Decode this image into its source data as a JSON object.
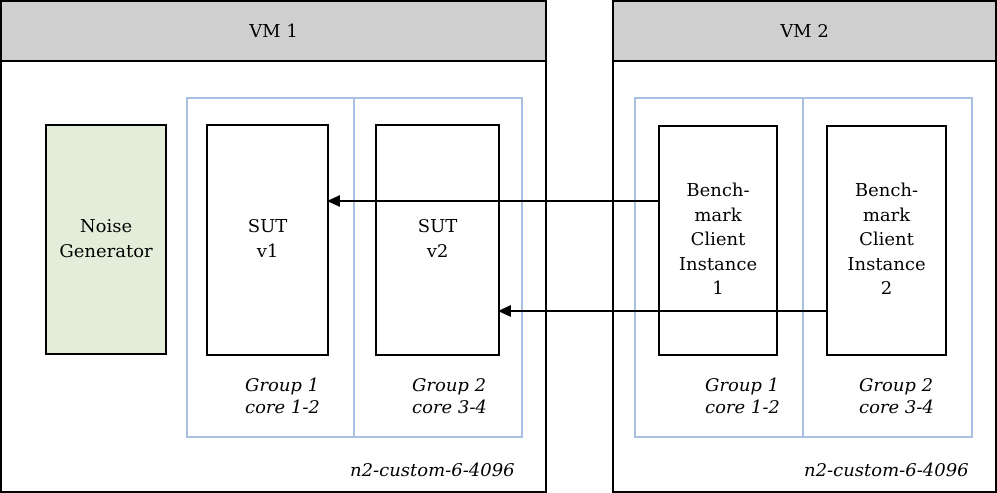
{
  "vm1": {
    "title": "VM 1",
    "noise_generator": [
      "Noise",
      "Generator"
    ],
    "sut_v1": [
      "SUT",
      "v1"
    ],
    "sut_v2": [
      "SUT",
      "v2"
    ],
    "group1": [
      "Group 1",
      "core 1-2"
    ],
    "group2": [
      "Group 2",
      "core 3-4"
    ],
    "machine_type": "n2-custom-6-4096"
  },
  "vm2": {
    "title": "VM 2",
    "client1": [
      "Bench-",
      "mark",
      "Client",
      "Instance",
      "1"
    ],
    "client2": [
      "Bench-",
      "mark",
      "Client",
      "Instance",
      "2"
    ],
    "group1": [
      "Group 1",
      "core 1-2"
    ],
    "group2": [
      "Group 2",
      "core 3-4"
    ],
    "machine_type": "n2-custom-6-4096"
  },
  "colors": {
    "header_fill": "#d0cfd0",
    "group_border": "#a9c0e2",
    "noise_fill": "#e2eed9"
  },
  "connections": [
    {
      "from": "benchmark-client-instance-1",
      "to": "sut-v1"
    },
    {
      "from": "benchmark-client-instance-2",
      "to": "sut-v2"
    }
  ]
}
